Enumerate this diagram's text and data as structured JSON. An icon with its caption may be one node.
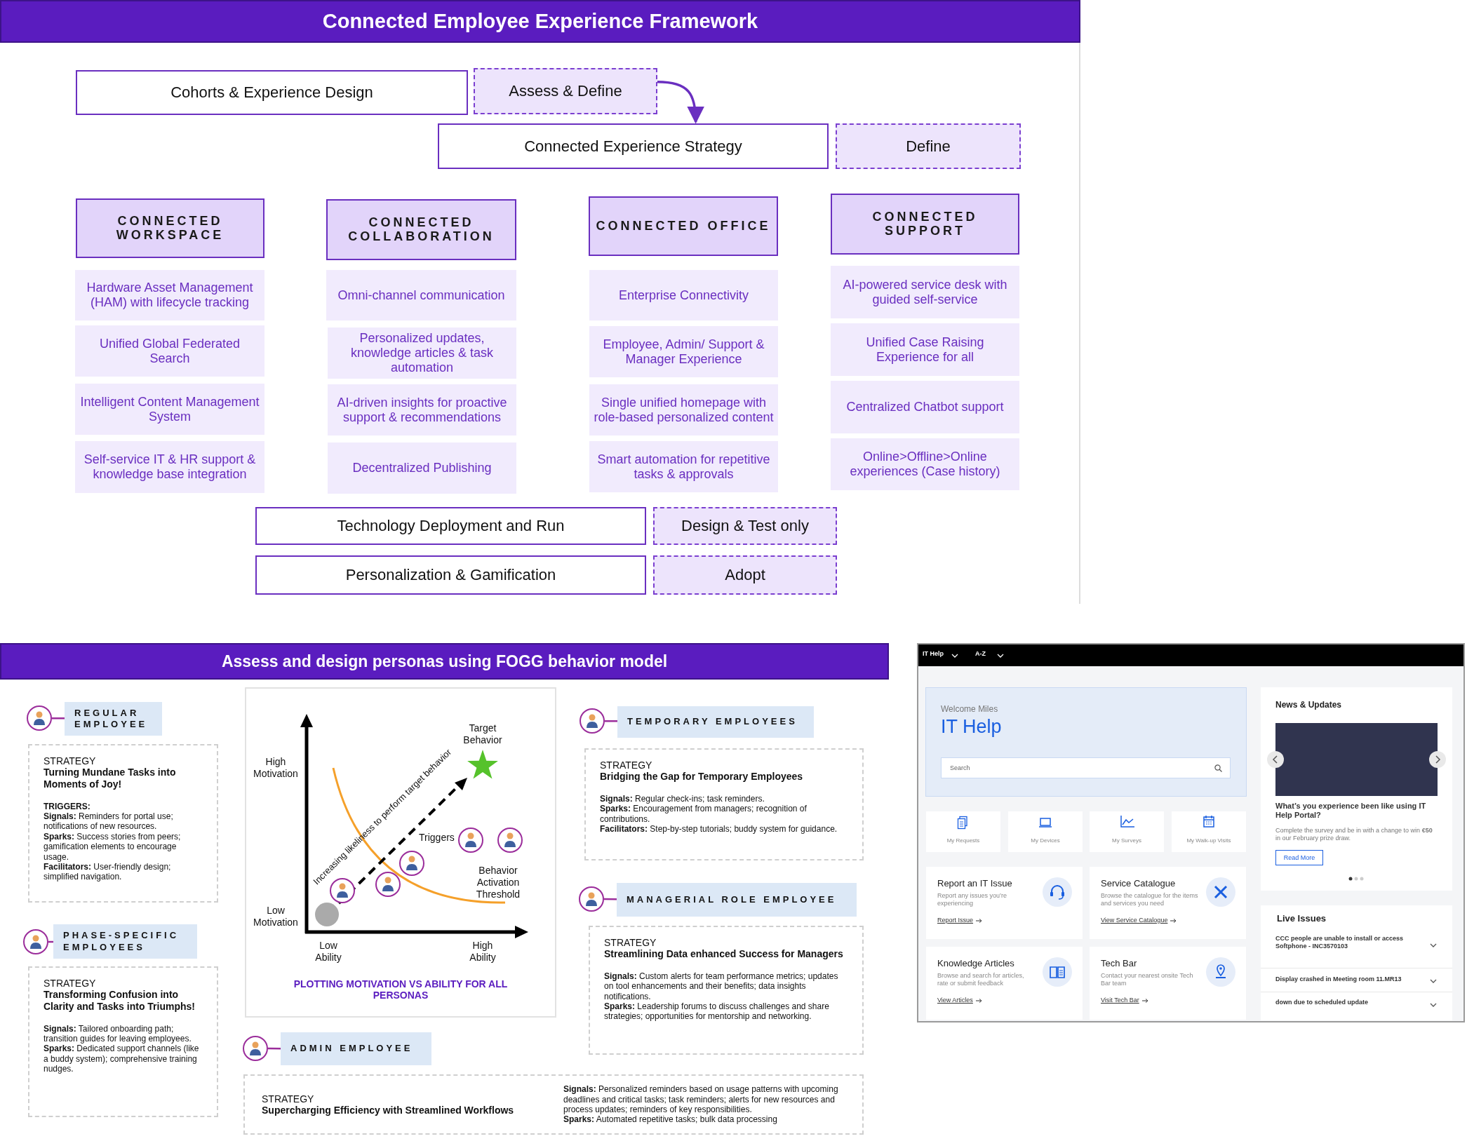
{
  "diagram": {
    "title": "Connected Employee Experience Framework",
    "nodes": [
      {
        "text": [
          "Cohorts & Experience Design"
        ]
      },
      {
        "text": [
          "Assess & Define"
        ]
      },
      {
        "text": [
          "Connected Experience Strategy"
        ]
      },
      {
        "text": [
          "Define"
        ]
      },
      {
        "text": [
          "CONNECTED WORKSPACE"
        ]
      },
      {
        "text": [
          "Hardware Asset Management (HAM) with lifecycle tracking"
        ]
      },
      {
        "text": [
          "Unified Global Federated Search"
        ]
      },
      {
        "text": [
          "Intelligent Content Management System"
        ]
      },
      {
        "text": [
          "Self-service IT & HR support & knowledge base integration"
        ]
      },
      {
        "text": [
          "CONNECTED COLLABORATION"
        ]
      },
      {
        "text": [
          "Omni-channel communication"
        ]
      },
      {
        "text": [
          "Personalized updates, knowledge articles & task automation"
        ]
      },
      {
        "text": [
          "AI-driven insights for proactive support & recommendations"
        ]
      },
      {
        "text": [
          "Decentralized Publishing"
        ]
      },
      {
        "text": [
          "CONNECTED OFFICE"
        ]
      },
      {
        "text": [
          "Enterprise Connectivity"
        ]
      },
      {
        "text": [
          "Employee, Admin/ Support & Manager Experience"
        ]
      },
      {
        "text": [
          "Single unified homepage with role-based personalized content"
        ]
      },
      {
        "text": [
          "Smart automation for repetitive tasks & approvals"
        ]
      },
      {
        "text": [
          "CONNECTED SUPPORT"
        ]
      },
      {
        "text": [
          "AI-powered service desk with guided self-service"
        ]
      },
      {
        "text": [
          "Unified Case Raising Experience for all"
        ]
      },
      {
        "text": [
          "Centralized Chatbot support"
        ]
      },
      {
        "text": [
          "Online>Offline>Online experiences (Case history)"
        ]
      },
      {
        "text": [
          "Technology Deployment and Run"
        ]
      },
      {
        "text": [
          "Design & Test only"
        ]
      },
      {
        "text": [
          "Personalization & Gamification"
        ]
      },
      {
        "text": [
          "Adopt"
        ]
      },
      {
        "text": [
          "Assess and design personas using FOGG behavior model"
        ]
      },
      {
        "text": [],
        "shape": "circle"
      },
      {
        "text": [
          "REGULAR EMPLOYEE"
        ]
      },
      {
        "text": [
          "STRATEGY",
          "Turning Mundane Tasks into Moments of Joy!",
          "TRIGGERS:",
          "**Signals:** Reminders for portal use; notifications of new resources.",
          "**Sparks:** Success stories from peers; gamification elements to encourage usage.",
          "**Facilitators:** User-friendly design; simplified navigation."
        ]
      },
      {
        "text": [
          "PLOTTING MOTIVATION VS ABILITY FOR ALL PERSONAS"
        ]
      },
      {
        "text": [],
        "shape": "circle"
      },
      {
        "text": [
          "TEMPORARY EMPLOYEES"
        ]
      },
      {
        "text": [
          "STRATEGY",
          "Bridging the Gap for Temporary Employees",
          "**Signals:** Regular check-ins; task reminders.",
          "**Sparks:** Encouragement from managers; recognition of contributions.",
          "**Facilitators:** Step-by-step tutorials; buddy system for guidance."
        ]
      },
      {
        "text": [],
        "shape": "circle"
      },
      {
        "text": [
          "PHASE-SPECIFIC EMPLOYEES"
        ]
      },
      {
        "text": [
          "STRATEGY",
          "Transforming Confusion into Clarity and Tasks into Triumphs!",
          "**Signals:** Tailored onboarding path; transition guides for leaving employees.",
          "**Sparks:** Dedicated support channels (like a buddy system); comprehensive training nudges."
        ]
      },
      {
        "text": [],
        "shape": "circle"
      },
      {
        "text": [
          "MANAGERIAL ROLE EMPLOYEE"
        ]
      },
      {
        "text": [
          "STRATEGY",
          "Streamlining Data enhanced Success for Managers",
          "**Signals:** Custom alerts for team performance metrics; updates on tool enhancements and their benefits; data insights notifications.",
          "**Sparks:** Leadership forums to discuss challenges and share strategies; opportunities for mentorship and networking."
        ]
      },
      {
        "text": [],
        "shape": "circle"
      },
      {
        "text": [
          "ADMIN EMPLOYEE"
        ]
      },
      {
        "text": [
          "STRATEGY",
          "Supercharging Efficiency with Streamlined Workflows",
          "**Signals:** Personalized reminders based on usage patterns with upcoming deadlines and critical tasks; task reminders; alerts for new resources and process updates; reminders of key responsibilities.",
          "**Sparks:** Automated repetitive tasks; bulk data processing"
        ]
      }
    ],
    "edges": [
      {
        "from": 1,
        "to": 2,
        "arrow": "to"
      },
      {
        "from": 29,
        "to": 30,
        "arrow": "none"
      },
      {
        "from": 33,
        "to": 34,
        "arrow": "none"
      },
      {
        "from": 36,
        "to": 37,
        "arrow": "none"
      },
      {
        "from": 39,
        "to": 40,
        "arrow": "none"
      },
      {
        "from": 42,
        "to": 43,
        "arrow": "none"
      }
    ],
    "labels": [
      "High Motivation",
      "Low Motivation",
      "Low Ability",
      "High Ability",
      "Target Behavior",
      "Increasing likeliness to perform target behavior",
      "Triggers",
      "Behavior Activation Threshold",
      "IT Help",
      "A-Z",
      "Welcome Miles",
      "IT Help",
      "Search",
      "My Requests",
      "My Devices",
      "My Surveys",
      "My Walk-up Visits",
      "Report an IT Issue",
      "Report any issues you’re experiencing",
      "Report Issue",
      "Service Catalogue",
      "Browse the catalogue for the items and services you need",
      "View Service Catalogue",
      "Knowledge Articles",
      "Browse and search for articles, rate or submit feedback",
      "View Articles",
      "Tech Bar",
      "Contact your nearest onsite Tech Bar team",
      "Visit Tech Bar",
      "News & Updates",
      "What’s you experience been like using IT Help Portal?",
      "Complete the survey and be in with a change to win **€50** in our February prize draw.",
      "Read More",
      "Live Issues",
      "CCC people are unable to install or access Softphone - INC3570103",
      "Display crashed in Meeting room 11.MR13",
      "down due to scheduled update"
    ]
  }
}
